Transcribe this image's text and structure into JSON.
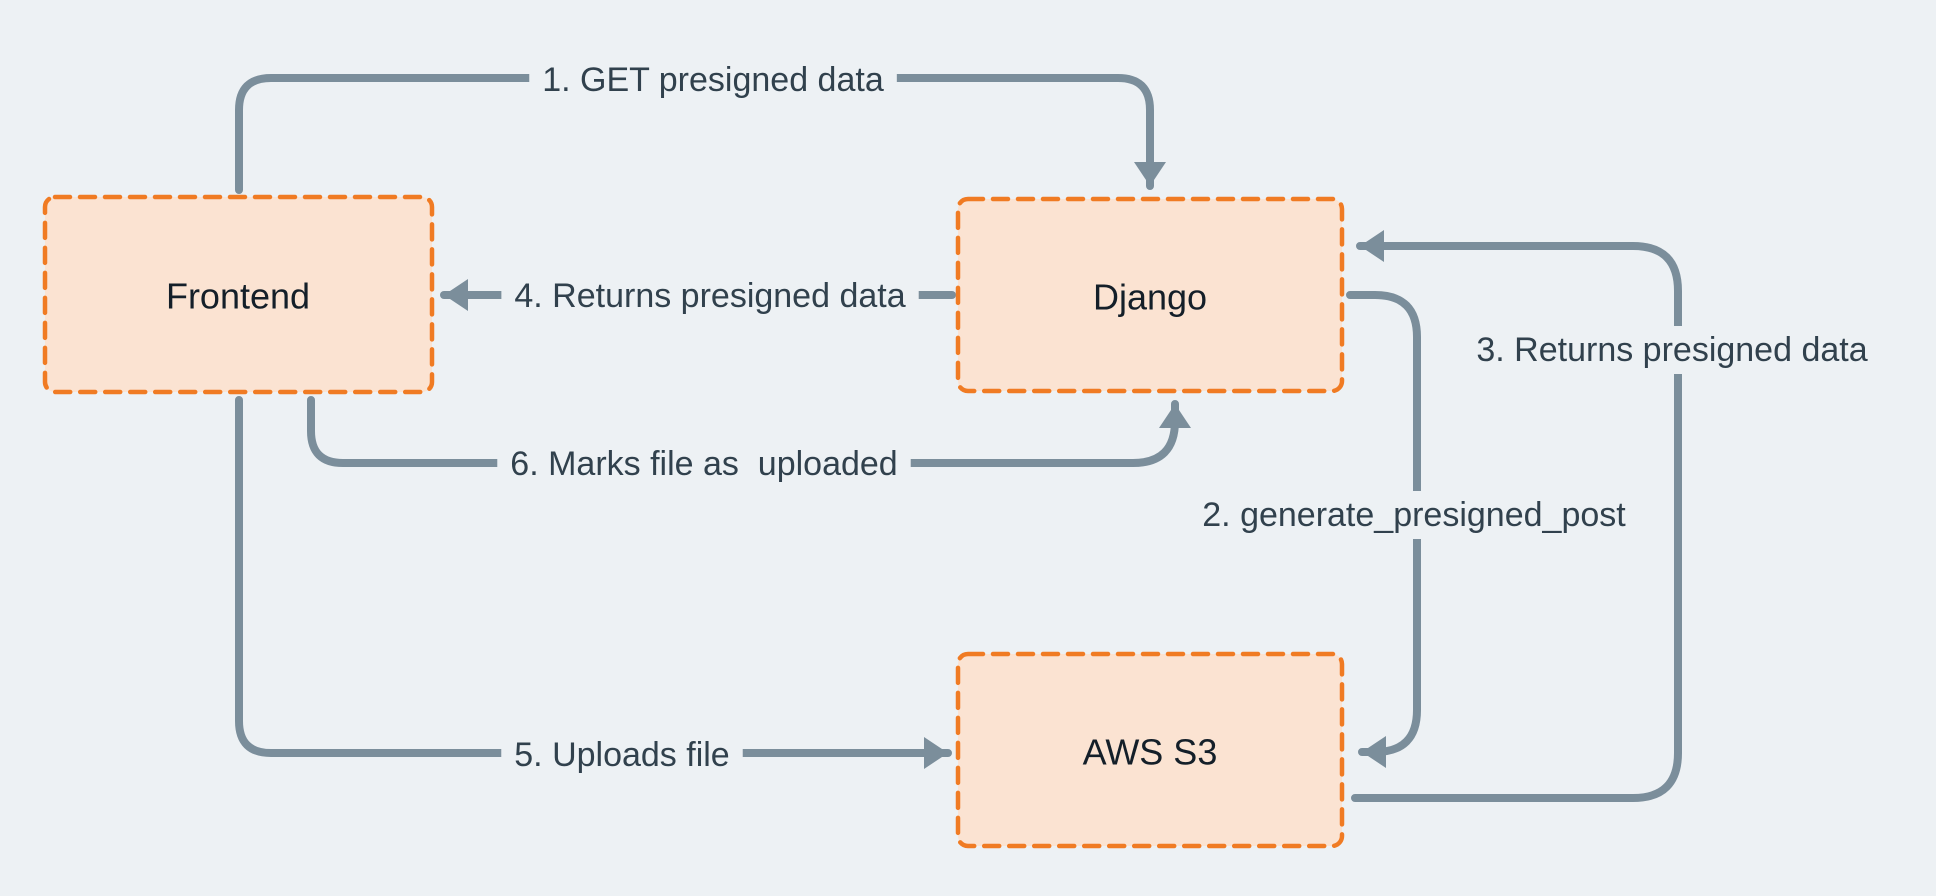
{
  "colors": {
    "background": "#edf1f4",
    "node_fill": "#fbe3d2",
    "node_border": "#f07b23",
    "arrow": "#7b8e9b",
    "edge_label_text": "#31414d",
    "node_label_text": "#141f29"
  },
  "diagram": {
    "nodes": [
      {
        "id": "frontend",
        "label": "Frontend"
      },
      {
        "id": "django",
        "label": "Django"
      },
      {
        "id": "aws-s3",
        "label": "AWS S3"
      }
    ],
    "edges": [
      {
        "step": "1",
        "label": "1. GET presigned data",
        "from": "frontend",
        "to": "django"
      },
      {
        "step": "2",
        "label": "2. generate_presigned_post",
        "from": "django",
        "to": "aws-s3"
      },
      {
        "step": "3",
        "label": "3. Returns presigned data",
        "from": "aws-s3",
        "to": "django"
      },
      {
        "step": "4",
        "label": "4. Returns presigned data",
        "from": "django",
        "to": "frontend"
      },
      {
        "step": "5",
        "label": "5. Uploads file",
        "from": "frontend",
        "to": "aws-s3"
      },
      {
        "step": "6",
        "label": "6. Marks file as  uploaded",
        "from": "frontend",
        "to": "django"
      }
    ]
  }
}
